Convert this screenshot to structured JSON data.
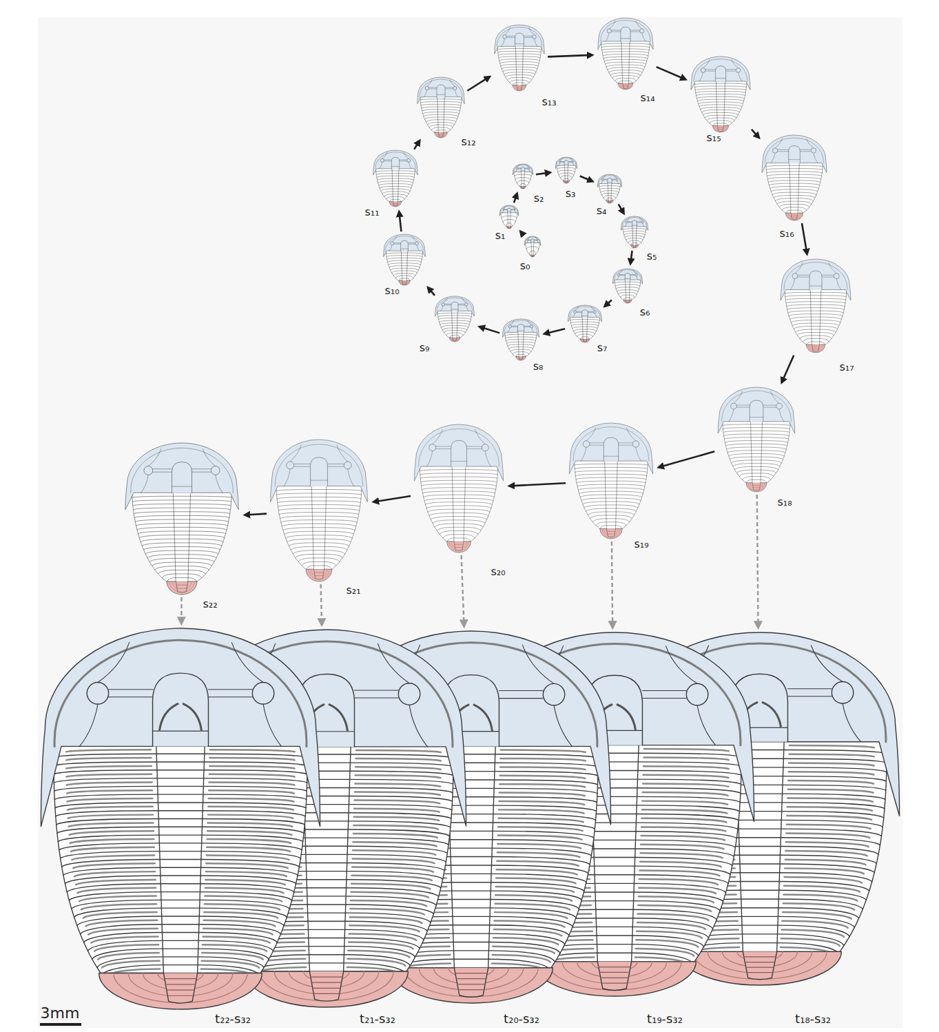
{
  "diagram": {
    "nodes": [
      {
        "text": [
          "s₀"
        ]
      },
      {
        "text": [
          "s₁"
        ]
      },
      {
        "text": [
          "s₂"
        ]
      },
      {
        "text": [
          "s₃"
        ]
      },
      {
        "text": [
          "s₄"
        ]
      },
      {
        "text": [
          "s₅"
        ]
      },
      {
        "text": [
          "s₆"
        ]
      },
      {
        "text": [
          "s₇"
        ]
      },
      {
        "text": [
          "s₈"
        ]
      },
      {
        "text": [
          "s₉"
        ]
      },
      {
        "text": [
          "s₁₀"
        ]
      },
      {
        "text": [
          "s₁₁"
        ]
      },
      {
        "text": [
          "s₁₂"
        ]
      },
      {
        "text": [
          "s₁₃"
        ]
      },
      {
        "text": [
          "s₁₄"
        ]
      },
      {
        "text": [
          "s₁₅"
        ]
      },
      {
        "text": [
          "s₁₆"
        ]
      },
      {
        "text": [
          "s₁₇"
        ]
      },
      {
        "text": [
          "s₁₈"
        ]
      },
      {
        "text": [
          "s₁₉"
        ]
      },
      {
        "text": [
          "s₂₀"
        ]
      },
      {
        "text": [
          "s₂₁"
        ]
      },
      {
        "text": [
          "s₂₂"
        ]
      },
      {
        "text": [
          "t₂₂-s₃₂"
        ]
      },
      {
        "text": [
          "t₂₁-s₃₂"
        ]
      },
      {
        "text": [
          "t₂₀-s₃₂"
        ]
      },
      {
        "text": [
          "t₁₉-s₃₂"
        ]
      },
      {
        "text": [
          "t₁₈-s₃₂"
        ]
      }
    ],
    "edges": [
      {
        "from": 0,
        "to": 1,
        "arrow": "to"
      },
      {
        "from": 1,
        "to": 2,
        "arrow": "to"
      },
      {
        "from": 2,
        "to": 3,
        "arrow": "to"
      },
      {
        "from": 3,
        "to": 4,
        "arrow": "to"
      },
      {
        "from": 4,
        "to": 5,
        "arrow": "to"
      },
      {
        "from": 5,
        "to": 6,
        "arrow": "to"
      },
      {
        "from": 6,
        "to": 7,
        "arrow": "to"
      },
      {
        "from": 7,
        "to": 8,
        "arrow": "to"
      },
      {
        "from": 8,
        "to": 9,
        "arrow": "to"
      },
      {
        "from": 9,
        "to": 10,
        "arrow": "to"
      },
      {
        "from": 10,
        "to": 11,
        "arrow": "to"
      },
      {
        "from": 11,
        "to": 12,
        "arrow": "to"
      },
      {
        "from": 12,
        "to": 13,
        "arrow": "to"
      },
      {
        "from": 13,
        "to": 14,
        "arrow": "to"
      },
      {
        "from": 14,
        "to": 15,
        "arrow": "to"
      },
      {
        "from": 15,
        "to": 16,
        "arrow": "to"
      },
      {
        "from": 16,
        "to": 17,
        "arrow": "to"
      },
      {
        "from": 17,
        "to": 18,
        "arrow": "to"
      },
      {
        "from": 18,
        "to": 19,
        "arrow": "to"
      },
      {
        "from": 19,
        "to": 20,
        "arrow": "to"
      },
      {
        "from": 20,
        "to": 21,
        "arrow": "to"
      },
      {
        "from": 21,
        "to": 22,
        "arrow": "to"
      },
      {
        "from": 22,
        "to": 23,
        "arrow": "to"
      },
      {
        "from": 21,
        "to": 24,
        "arrow": "to"
      },
      {
        "from": 20,
        "to": 25,
        "arrow": "to"
      },
      {
        "from": 19,
        "to": 26,
        "arrow": "to"
      },
      {
        "from": 18,
        "to": 27,
        "arrow": "to"
      }
    ],
    "labels": [
      "3mm"
    ]
  }
}
